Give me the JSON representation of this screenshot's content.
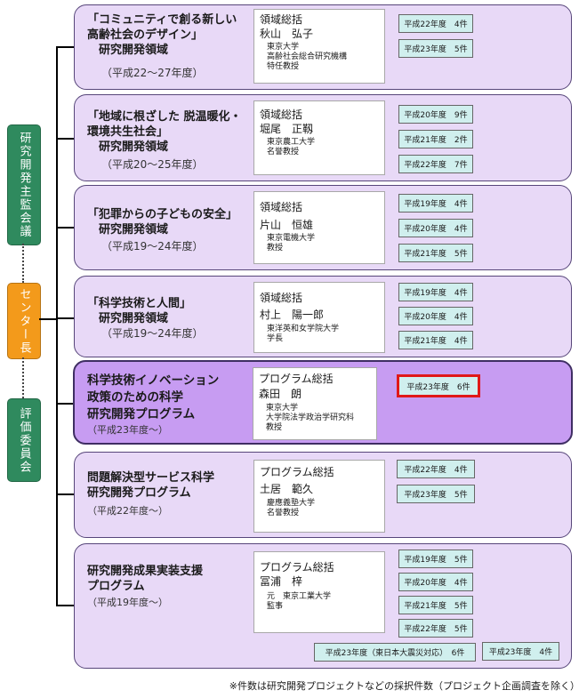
{
  "side": {
    "top_label": "研究開発主監会議",
    "middle_label": "センター長",
    "bottom_label": "評価委員会"
  },
  "programs": [
    {
      "title": "「コミュニティで創る新しい\n高齢社会のデザイン」\n　研究開発領域",
      "period": "（平成22～27年度）",
      "role": "領域総括",
      "name": "秋山　弘子",
      "affiliation": "東京大学\n高齢社会総合研究機構\n特任教授",
      "counts": [
        "平成22年度　4件",
        "平成23年度　5件"
      ]
    },
    {
      "title": "「地域に根ざした 脱温暖化・\n環境共生社会」\n　研究開発領域",
      "period": "（平成20～25年度）",
      "role": "領域総括",
      "name": "堀尾　正靱",
      "affiliation": "東京農工大学\n名誉教授",
      "counts": [
        "平成20年度　9件",
        "平成21年度　2件",
        "平成22年度　7件"
      ]
    },
    {
      "title": "「犯罪からの子どもの安全」\n　研究開発領域",
      "period": "（平成19～24年度）",
      "role": "領域総括",
      "name": "片山　恒雄",
      "affiliation": "東京電機大学\n教授",
      "counts": [
        "平成19年度　4件",
        "平成20年度　4件",
        "平成21年度　5件"
      ]
    },
    {
      "title": "「科学技術と人間」\n　研究開発領域",
      "period": "（平成19～24年度）",
      "role": "領域総括",
      "name": "村上　陽一郎",
      "affiliation": "東洋英和女学院大学\n学長",
      "counts": [
        "平成19年度　4件",
        "平成20年度　4件",
        "平成21年度　4件"
      ]
    },
    {
      "title": "科学技術イノベーション\n政策のための科学\n研究開発プログラム",
      "period": "（平成23年度～）",
      "role": "プログラム総括",
      "name": "森田　朗",
      "affiliation": "東京大学\n大学院法学政治学研究科\n教授",
      "counts": [
        "平成23年度　6件"
      ]
    },
    {
      "title": "問題解決型サービス科学\n研究開発プログラム",
      "period": "（平成22年度～）",
      "role": "プログラム総括",
      "name": "土居　範久",
      "affiliation": "慶應義塾大学\n名誉教授",
      "counts": [
        "平成22年度　4件",
        "平成23年度　5件"
      ]
    },
    {
      "title": "研究開発成果実装支援\nプログラム",
      "period": "（平成19年度～）",
      "role": "プログラム総括",
      "name": "冨浦　梓",
      "affiliation": "元　東京工業大学\n監事",
      "counts": [
        "平成19年度　5件",
        "平成20年度　4件",
        "平成21年度　5件",
        "平成22年度　5件"
      ],
      "extra_counts": [
        "平成23年度（東日本大震災対応）　6件",
        "平成23年度　4件"
      ]
    }
  ],
  "footnote": "※件数は研究開発プロジェクトなどの採択件数（プロジェクト企画調査を除く）"
}
